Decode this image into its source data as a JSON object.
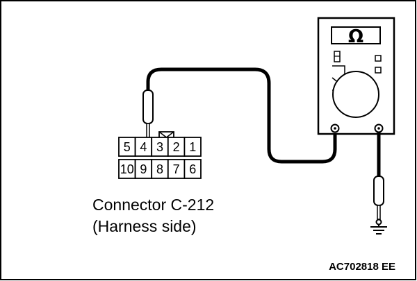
{
  "connector": {
    "top_row_pins": [
      "5",
      "4",
      "3",
      "2",
      "1"
    ],
    "bottom_row_pins": [
      "10",
      "9",
      "8",
      "7",
      "6"
    ],
    "probed_pin": "4",
    "name": "Connector C-212",
    "side": "(Harness side)"
  },
  "meter": {
    "unit_symbol": "Ω",
    "function": "ohmmeter"
  },
  "ground": {
    "icon": "ground-icon"
  },
  "figure_code": "AC702818 EE",
  "colors": {
    "line": "#000000",
    "background": "#ffffff"
  }
}
